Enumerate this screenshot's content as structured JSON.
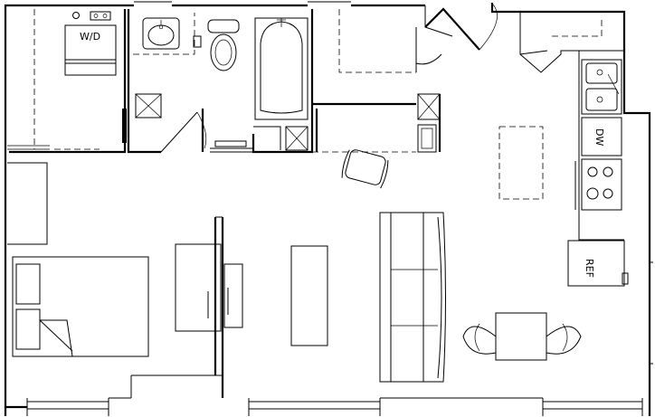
{
  "labels": {
    "washer_dryer": "W/D",
    "dishwasher": "DW",
    "refrigerator": "REF"
  }
}
